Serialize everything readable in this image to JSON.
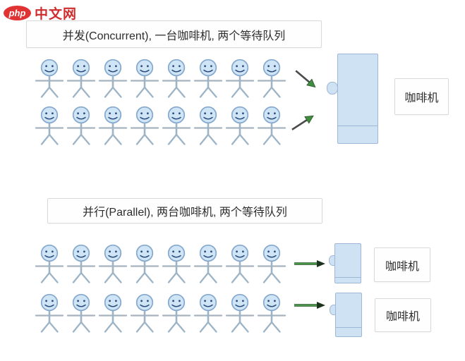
{
  "logo": {
    "badge": "php",
    "site": "中文网",
    "red": "#e03434"
  },
  "sections": {
    "concurrent": {
      "title": "并发(Concurrent), 一台咖啡机, 两个等待队列",
      "queue_counts": [
        8,
        8
      ],
      "arrows": [
        "arrow-down-right",
        "arrow-up-right"
      ],
      "machines": [
        {
          "label": "咖啡机"
        }
      ]
    },
    "parallel": {
      "title": "并行(Parallel), 两台咖啡机, 两个等待队列",
      "queue_counts": [
        8,
        8
      ],
      "arrows": [
        "arrow-right",
        "arrow-right"
      ],
      "machines": [
        {
          "label": "咖啡机"
        },
        {
          "label": "咖啡机"
        }
      ]
    }
  },
  "colors": {
    "figure_fill": "#cfe4f5",
    "figure_stroke": "#84a8ce",
    "figure_limb": "#9db4c7",
    "machine_fill": "#cfe2f3",
    "machine_border": "#9db8d6",
    "arrow_green": "#3e8e3e",
    "arrow_dark": "#4a4a4a",
    "box_border": "#d9d9d9",
    "text": "#2d2d2d",
    "background": "#ffffff"
  }
}
